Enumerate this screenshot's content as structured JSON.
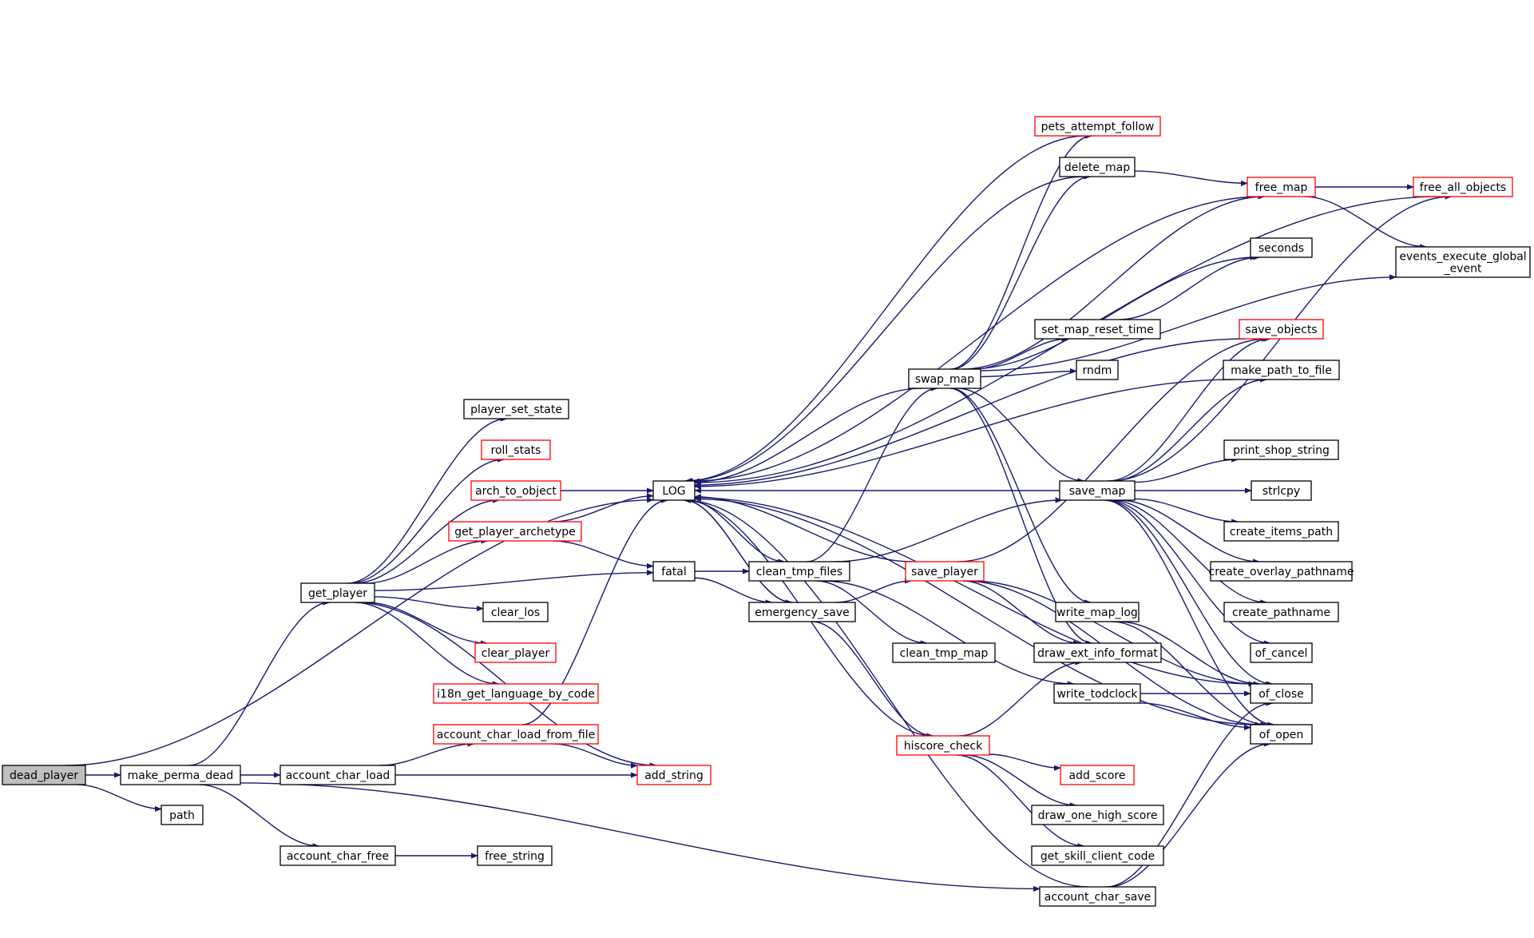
{
  "colors": {
    "edge": "#191970",
    "linked_border": "#ff0000",
    "plain_border": "#000000",
    "root_fill": "#bfbfbf"
  },
  "nodes": [
    {
      "id": "dead_player",
      "label": [
        "dead_player"
      ],
      "style": "root"
    },
    {
      "id": "make_perma_dead",
      "label": [
        "make_perma_dead"
      ],
      "style": "plain"
    },
    {
      "id": "path",
      "label": [
        "path"
      ],
      "style": "plain"
    },
    {
      "id": "get_player",
      "label": [
        "get_player"
      ],
      "style": "plain"
    },
    {
      "id": "account_char_load",
      "label": [
        "account_char_load"
      ],
      "style": "plain"
    },
    {
      "id": "account_char_free",
      "label": [
        "account_char_free"
      ],
      "style": "plain"
    },
    {
      "id": "player_set_state",
      "label": [
        "player_set_state"
      ],
      "style": "plain"
    },
    {
      "id": "roll_stats",
      "label": [
        "roll_stats"
      ],
      "style": "red"
    },
    {
      "id": "arch_to_object",
      "label": [
        "arch_to_object"
      ],
      "style": "red"
    },
    {
      "id": "get_player_archetype",
      "label": [
        "get_player_archetype"
      ],
      "style": "red"
    },
    {
      "id": "clear_los",
      "label": [
        "clear_los"
      ],
      "style": "plain"
    },
    {
      "id": "clear_player",
      "label": [
        "clear_player"
      ],
      "style": "red"
    },
    {
      "id": "i18n_get_language_by_code",
      "label": [
        "i18n_get_language_by_code"
      ],
      "style": "red"
    },
    {
      "id": "account_char_load_from_file",
      "label": [
        "account_char_load_from_file"
      ],
      "style": "red"
    },
    {
      "id": "free_string",
      "label": [
        "free_string"
      ],
      "style": "plain"
    },
    {
      "id": "LOG",
      "label": [
        "LOG"
      ],
      "style": "plain"
    },
    {
      "id": "fatal",
      "label": [
        "fatal"
      ],
      "style": "plain"
    },
    {
      "id": "add_string",
      "label": [
        "add_string"
      ],
      "style": "red"
    },
    {
      "id": "clean_tmp_files",
      "label": [
        "clean_tmp_files"
      ],
      "style": "plain"
    },
    {
      "id": "emergency_save",
      "label": [
        "emergency_save"
      ],
      "style": "plain"
    },
    {
      "id": "swap_map",
      "label": [
        "swap_map"
      ],
      "style": "plain"
    },
    {
      "id": "save_player",
      "label": [
        "save_player"
      ],
      "style": "red"
    },
    {
      "id": "clean_tmp_map",
      "label": [
        "clean_tmp_map"
      ],
      "style": "plain"
    },
    {
      "id": "hiscore_check",
      "label": [
        "hiscore_check"
      ],
      "style": "red"
    },
    {
      "id": "pets_attempt_follow",
      "label": [
        "pets_attempt_follow"
      ],
      "style": "red"
    },
    {
      "id": "delete_map",
      "label": [
        "delete_map"
      ],
      "style": "plain"
    },
    {
      "id": "set_map_reset_time",
      "label": [
        "set_map_reset_time"
      ],
      "style": "plain"
    },
    {
      "id": "rndm",
      "label": [
        "rndm"
      ],
      "style": "plain"
    },
    {
      "id": "save_map",
      "label": [
        "save_map"
      ],
      "style": "plain"
    },
    {
      "id": "write_map_log",
      "label": [
        "write_map_log"
      ],
      "style": "plain"
    },
    {
      "id": "draw_ext_info_format",
      "label": [
        "draw_ext_info_format"
      ],
      "style": "plain"
    },
    {
      "id": "write_todclock",
      "label": [
        "write_todclock"
      ],
      "style": "plain"
    },
    {
      "id": "add_score",
      "label": [
        "add_score"
      ],
      "style": "red"
    },
    {
      "id": "draw_one_high_score",
      "label": [
        "draw_one_high_score"
      ],
      "style": "plain"
    },
    {
      "id": "get_skill_client_code",
      "label": [
        "get_skill_client_code"
      ],
      "style": "plain"
    },
    {
      "id": "account_char_save",
      "label": [
        "account_char_save"
      ],
      "style": "plain"
    },
    {
      "id": "free_map",
      "label": [
        "free_map"
      ],
      "style": "red"
    },
    {
      "id": "seconds",
      "label": [
        "seconds"
      ],
      "style": "plain"
    },
    {
      "id": "save_objects",
      "label": [
        "save_objects"
      ],
      "style": "red"
    },
    {
      "id": "make_path_to_file",
      "label": [
        "make_path_to_file"
      ],
      "style": "plain"
    },
    {
      "id": "print_shop_string",
      "label": [
        "print_shop_string"
      ],
      "style": "plain"
    },
    {
      "id": "strlcpy",
      "label": [
        "strlcpy"
      ],
      "style": "plain"
    },
    {
      "id": "create_items_path",
      "label": [
        "create_items_path"
      ],
      "style": "plain"
    },
    {
      "id": "create_overlay_pathname",
      "label": [
        "create_overlay_pathname"
      ],
      "style": "plain"
    },
    {
      "id": "create_pathname",
      "label": [
        "create_pathname"
      ],
      "style": "plain"
    },
    {
      "id": "of_cancel",
      "label": [
        "of_cancel"
      ],
      "style": "plain"
    },
    {
      "id": "of_close",
      "label": [
        "of_close"
      ],
      "style": "plain"
    },
    {
      "id": "of_open",
      "label": [
        "of_open"
      ],
      "style": "plain"
    },
    {
      "id": "free_all_objects",
      "label": [
        "free_all_objects"
      ],
      "style": "red"
    },
    {
      "id": "events_execute_global_event",
      "label": [
        "events_execute_global",
        "_event"
      ],
      "style": "plain"
    }
  ],
  "edges": [
    [
      "dead_player",
      "make_perma_dead"
    ],
    [
      "dead_player",
      "path"
    ],
    [
      "dead_player",
      "LOG"
    ],
    [
      "make_perma_dead",
      "get_player"
    ],
    [
      "make_perma_dead",
      "account_char_load"
    ],
    [
      "make_perma_dead",
      "account_char_free"
    ],
    [
      "make_perma_dead",
      "account_char_save"
    ],
    [
      "get_player",
      "player_set_state"
    ],
    [
      "get_player",
      "roll_stats"
    ],
    [
      "get_player",
      "arch_to_object"
    ],
    [
      "get_player",
      "get_player_archetype"
    ],
    [
      "get_player",
      "fatal"
    ],
    [
      "get_player",
      "clear_los"
    ],
    [
      "get_player",
      "clear_player"
    ],
    [
      "get_player",
      "i18n_get_language_by_code"
    ],
    [
      "get_player",
      "add_string"
    ],
    [
      "account_char_load",
      "account_char_load_from_file"
    ],
    [
      "account_char_load",
      "add_string"
    ],
    [
      "account_char_load_from_file",
      "LOG"
    ],
    [
      "account_char_load_from_file",
      "add_string"
    ],
    [
      "account_char_free",
      "free_string"
    ],
    [
      "arch_to_object",
      "LOG"
    ],
    [
      "get_player_archetype",
      "LOG"
    ],
    [
      "get_player_archetype",
      "fatal"
    ],
    [
      "fatal",
      "clean_tmp_files"
    ],
    [
      "fatal",
      "emergency_save"
    ],
    [
      "LOG",
      "clean_tmp_files"
    ],
    [
      "LOG",
      "emergency_save"
    ],
    [
      "clean_tmp_files",
      "swap_map"
    ],
    [
      "clean_tmp_files",
      "save_map"
    ],
    [
      "clean_tmp_files",
      "clean_tmp_map"
    ],
    [
      "clean_tmp_files",
      "write_todclock"
    ],
    [
      "emergency_save",
      "LOG"
    ],
    [
      "emergency_save",
      "save_player"
    ],
    [
      "emergency_save",
      "hiscore_check"
    ],
    [
      "swap_map",
      "LOG"
    ],
    [
      "swap_map",
      "pets_attempt_follow"
    ],
    [
      "swap_map",
      "delete_map"
    ],
    [
      "swap_map",
      "free_map"
    ],
    [
      "swap_map",
      "seconds"
    ],
    [
      "swap_map",
      "set_map_reset_time"
    ],
    [
      "swap_map",
      "rndm"
    ],
    [
      "swap_map",
      "events_execute_global_event"
    ],
    [
      "swap_map",
      "save_map"
    ],
    [
      "swap_map",
      "write_map_log"
    ],
    [
      "swap_map",
      "draw_ext_info_format"
    ],
    [
      "save_player",
      "LOG"
    ],
    [
      "save_player",
      "save_objects"
    ],
    [
      "save_player",
      "draw_ext_info_format"
    ],
    [
      "save_player",
      "of_open"
    ],
    [
      "save_player",
      "of_close"
    ],
    [
      "hiscore_check",
      "LOG"
    ],
    [
      "hiscore_check",
      "draw_ext_info_format"
    ],
    [
      "hiscore_check",
      "add_score"
    ],
    [
      "hiscore_check",
      "draw_one_high_score"
    ],
    [
      "hiscore_check",
      "get_skill_client_code"
    ],
    [
      "pets_attempt_follow",
      "LOG"
    ],
    [
      "delete_map",
      "LOG"
    ],
    [
      "delete_map",
      "free_map"
    ],
    [
      "set_map_reset_time",
      "seconds"
    ],
    [
      "save_map",
      "LOG"
    ],
    [
      "save_map",
      "save_objects"
    ],
    [
      "save_map",
      "make_path_to_file"
    ],
    [
      "save_map",
      "print_shop_string"
    ],
    [
      "save_map",
      "strlcpy"
    ],
    [
      "save_map",
      "create_items_path"
    ],
    [
      "save_map",
      "create_overlay_pathname"
    ],
    [
      "save_map",
      "create_pathname"
    ],
    [
      "save_map",
      "of_cancel"
    ],
    [
      "save_map",
      "of_close"
    ],
    [
      "save_map",
      "of_open"
    ],
    [
      "save_map",
      "free_all_objects"
    ],
    [
      "write_map_log",
      "of_open"
    ],
    [
      "write_map_log",
      "of_close"
    ],
    [
      "write_todclock",
      "of_open"
    ],
    [
      "write_todclock",
      "of_close"
    ],
    [
      "account_char_save",
      "of_open"
    ],
    [
      "account_char_save",
      "of_close"
    ],
    [
      "account_char_save",
      "LOG"
    ],
    [
      "free_map",
      "LOG"
    ],
    [
      "free_map",
      "free_all_objects"
    ],
    [
      "free_map",
      "events_execute_global_event"
    ],
    [
      "free_all_objects",
      "LOG"
    ],
    [
      "save_objects",
      "LOG"
    ],
    [
      "make_path_to_file",
      "LOG"
    ],
    [
      "of_close",
      "LOG"
    ],
    [
      "of_open",
      "LOG"
    ]
  ]
}
